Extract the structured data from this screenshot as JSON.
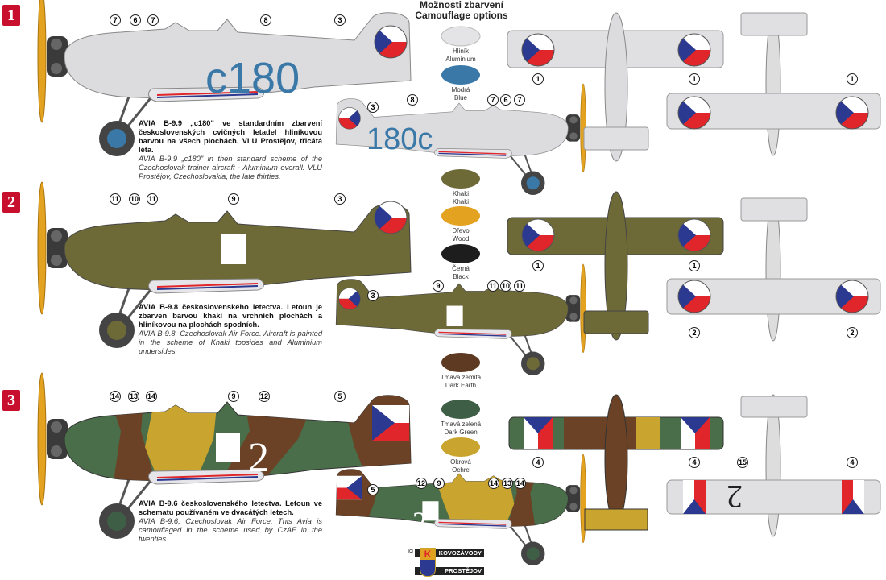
{
  "header": {
    "title_cz": "Možnosti zbarvení",
    "title_en": "Camouflage options"
  },
  "colors": {
    "aluminium": "#d9d9dc",
    "blue": "#3a78a8",
    "khaki": "#6e6a38",
    "wood": "#e3a21f",
    "black": "#1d1d1d",
    "dark_earth": "#5e3a22",
    "dark_green": "#3e5e46",
    "ochre": "#c9a42e",
    "czech_red": "#e0262a",
    "czech_blue": "#2b3990"
  },
  "swatches": [
    {
      "cz": "Hliník",
      "en": "Aluminium"
    },
    {
      "cz": "Modrá",
      "en": "Blue"
    },
    {
      "cz": "Khaki",
      "en": "Khaki"
    },
    {
      "cz": "Dřevo",
      "en": "Wood"
    },
    {
      "cz": "Černá",
      "en": "Black"
    },
    {
      "cz": "Tmavá zemitá",
      "en": "Dark Earth"
    },
    {
      "cz": "Tmavá zelená",
      "en": "Dark Green"
    },
    {
      "cz": "Okrová",
      "en": "Ochre"
    }
  ],
  "schemes": [
    {
      "number": "1",
      "code_large": "c180",
      "code_small": "180c",
      "desc_cz": "AVIA B-9.9 „c180\" ve standardním zbarvení československých cvičných letadel hliníkovou barvou na všech plochách. VLU Prostějov, třicátá léta.",
      "desc_en": "AVIA B-9.9 „c180\" in then standard scheme of the Czechoslovak trainer aircraft - Aluminium overall. VLU Prostějov, Czechoslovakia, the late thirties.",
      "callouts": [
        "7",
        "6",
        "7",
        "8",
        "3",
        "3",
        "8",
        "7",
        "6",
        "7",
        "1",
        "1",
        "1"
      ]
    },
    {
      "number": "2",
      "desc_cz": "AVIA B-9.8 československého letectva. Letoun je zbarven barvou khaki na vrchních plochách a hliníkovou na plochách spodních.",
      "desc_en": "AVIA B-9.8, Czechoslovak Air Force. Aircraft is painted in the scheme of Khaki topsides and Aluminium undersides.",
      "callouts": [
        "11",
        "10",
        "11",
        "9",
        "3",
        "3",
        "9",
        "11",
        "10",
        "11",
        "1",
        "1",
        "2",
        "2"
      ]
    },
    {
      "number": "3",
      "code_large": "2",
      "code_small": "2",
      "bottom_code": "2",
      "desc_cz": "AVIA B-9.6 československého letectva. Letoun ve schematu používaném ve dvacátých letech.",
      "desc_en": "AVIA B-9.6, Czechoslovak Air Force. This Avia is camouflaged in the scheme used by CzAF in the twenties.",
      "callouts": [
        "14",
        "13",
        "14",
        "9",
        "12",
        "5",
        "5",
        "12",
        "9",
        "14",
        "13",
        "14",
        "4",
        "4",
        "15",
        "4"
      ]
    }
  ],
  "logo": {
    "line1": "KOVOZÁVODY",
    "line2": "PROSTĚJOV",
    "mark": "K",
    "copyright": "©"
  }
}
